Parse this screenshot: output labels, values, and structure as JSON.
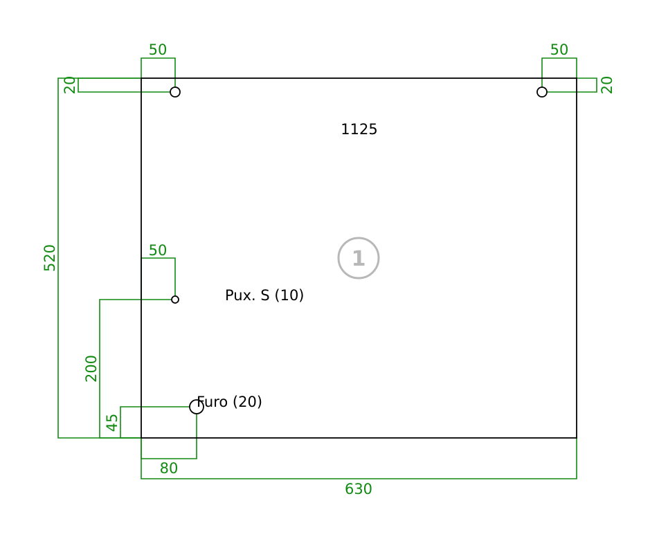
{
  "drawing": {
    "part_code": "1125",
    "part_number": "1",
    "labels": {
      "handle": "Pux. S (10)",
      "hole": "Furo (20)"
    },
    "dimensions": {
      "top_left_offset_x": "50",
      "top_left_offset_y": "20",
      "top_right_offset_x": "50",
      "top_right_offset_y": "20",
      "total_height": "520",
      "handle_offset_x": "50",
      "handle_offset_y": "200",
      "hole_offset_y": "45",
      "hole_offset_x": "80",
      "total_width": "630"
    }
  },
  "colors": {
    "dimension": "#108a10",
    "outline": "#000000",
    "badge": "#b8b8b8"
  }
}
